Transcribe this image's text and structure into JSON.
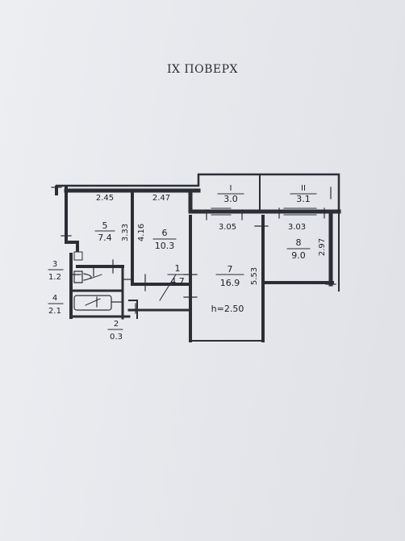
{
  "floor_title": "IX ПОВЕРХ",
  "rooms": [
    {
      "id": "room-1",
      "number": "1",
      "area": "4.7"
    },
    {
      "id": "room-2",
      "number": "2",
      "area": "0.3"
    },
    {
      "id": "room-3",
      "number": "3",
      "area": "1.2"
    },
    {
      "id": "room-4",
      "number": "4",
      "area": "2.1"
    },
    {
      "id": "room-5",
      "number": "5",
      "area": "7.4"
    },
    {
      "id": "room-6",
      "number": "6",
      "area": "10.3"
    },
    {
      "id": "room-7",
      "number": "7",
      "area": "16.9"
    },
    {
      "id": "room-8",
      "number": "8",
      "area": "9.0"
    },
    {
      "id": "balcony-1",
      "number": "I",
      "area": "3.0"
    },
    {
      "id": "balcony-2",
      "number": "II",
      "area": "3.1"
    }
  ],
  "dimensions": {
    "d_2_45": "2.45",
    "d_2_47": "2.47",
    "d_3_33": "3.33",
    "d_4_16": "4.16",
    "d_3_05": "3.05",
    "d_3_03": "3.03",
    "d_5_53": "5.53",
    "d_2_97": "2.97"
  },
  "ceiling_height": "h=2.50"
}
